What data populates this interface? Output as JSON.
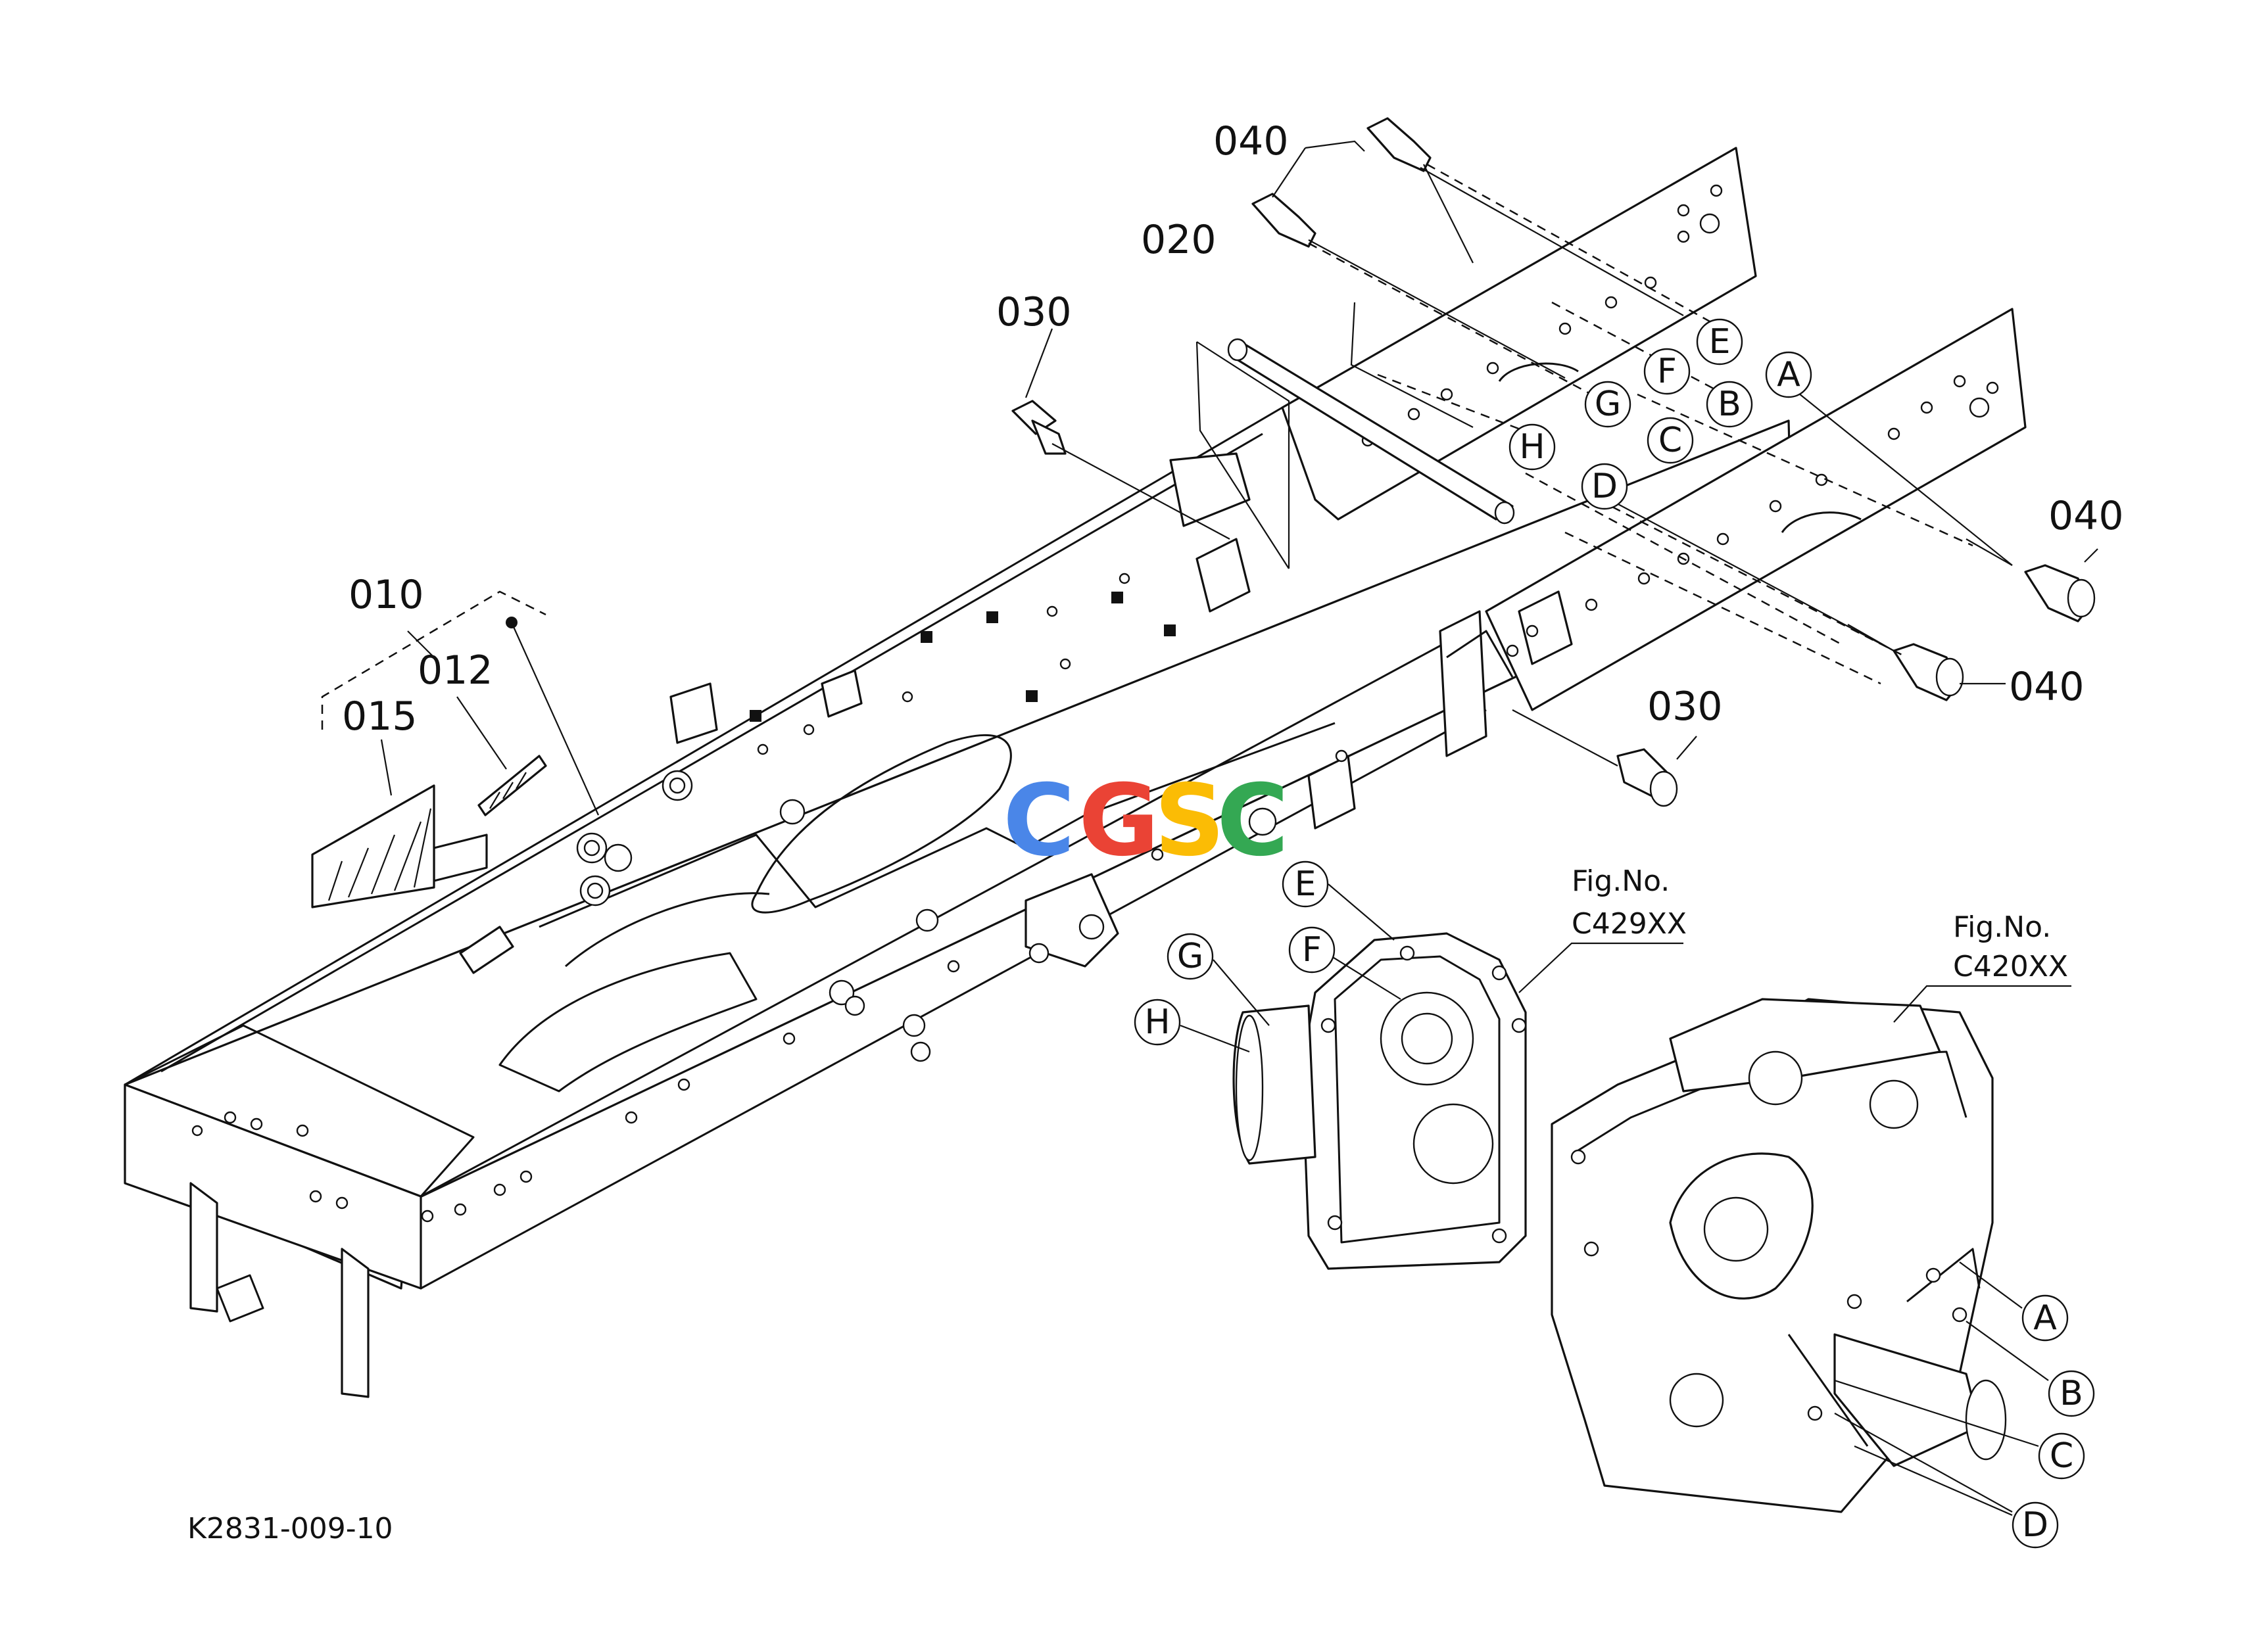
{
  "labels": {
    "p010": "010",
    "p012": "012",
    "p015": "015",
    "p020": "020",
    "p030_top": "030",
    "p030_right": "030",
    "p040_top": "040",
    "p040_right_upper": "040",
    "p040_right_lower": "040"
  },
  "callouts_frame": [
    "E",
    "F",
    "G",
    "H",
    "A",
    "B",
    "C",
    "D"
  ],
  "callouts_c429": [
    "E",
    "F",
    "G",
    "H"
  ],
  "callouts_c420": [
    "A",
    "B",
    "C",
    "D"
  ],
  "figrefs": {
    "c429_line1": "Fig.No.",
    "c429_line2": "C429XX",
    "c420_line1": "Fig.No.",
    "c420_line2": "C420XX"
  },
  "drawing_number": "K2831-009-10",
  "watermark": {
    "letters": [
      "C",
      "G",
      "S",
      "C"
    ],
    "colors": [
      "#4a86e8",
      "#ea4335",
      "#fbbc05",
      "#34a853"
    ]
  }
}
